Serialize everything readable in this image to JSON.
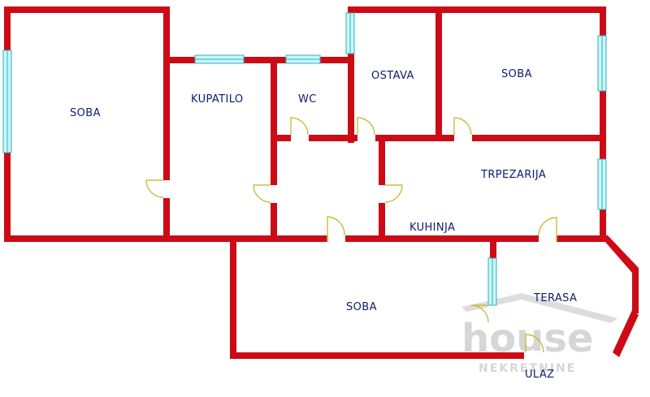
{
  "colors": {
    "wall": "#cc0b16",
    "window_fill": "#c9f6f8",
    "window_stroke": "#2fb3bd",
    "door": "#c9be3d",
    "label": "#0e1a72",
    "watermark": "#cfcfcf"
  },
  "rooms": {
    "soba_left": "SOBA",
    "kupatilo": "KUPATILO",
    "wc": "WC",
    "ostava": "OSTAVA",
    "soba_top_right": "SOBA",
    "trpezarija": "TRPEZARIJA",
    "kuhinja": "KUHINJA",
    "soba_bottom": "SOBA",
    "terasa": "TERASA",
    "ulaz": "ULAZ"
  },
  "watermark": {
    "brand": "house",
    "subtitle": "NEKRETNINE"
  }
}
